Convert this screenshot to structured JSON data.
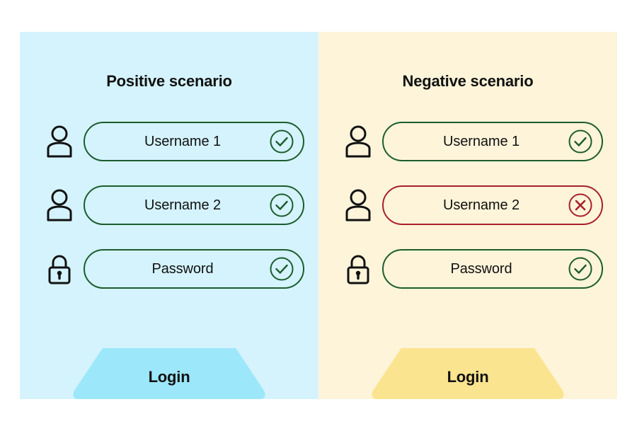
{
  "theme": {
    "positive_panel_bg": "#d4f3fd",
    "negative_panel_bg": "#fdf4d9",
    "positive_button_bg": "#9ce7fa",
    "negative_button_bg": "#fbe48f",
    "valid_color": "#1c5c2e",
    "error_color": "#a81f2b",
    "text_color": "#111111",
    "page_bg": "#ffffff"
  },
  "panels": [
    {
      "id": "positive",
      "title": "Positive scenario",
      "fields": [
        {
          "label": "Username 1",
          "leading_icon": "user-icon",
          "status": "valid",
          "status_icon": "check-circle-icon"
        },
        {
          "label": "Username 2",
          "leading_icon": "user-icon",
          "status": "valid",
          "status_icon": "check-circle-icon"
        },
        {
          "label": "Password",
          "leading_icon": "lock-icon",
          "status": "valid",
          "status_icon": "check-circle-icon"
        }
      ],
      "button": {
        "label": "Login"
      }
    },
    {
      "id": "negative",
      "title": "Negative scenario",
      "fields": [
        {
          "label": "Username 1",
          "leading_icon": "user-icon",
          "status": "valid",
          "status_icon": "check-circle-icon"
        },
        {
          "label": "Username 2",
          "leading_icon": "user-icon",
          "status": "error",
          "status_icon": "x-circle-icon"
        },
        {
          "label": "Password",
          "leading_icon": "lock-icon",
          "status": "valid",
          "status_icon": "check-circle-icon"
        }
      ],
      "button": {
        "label": "Login"
      }
    }
  ]
}
